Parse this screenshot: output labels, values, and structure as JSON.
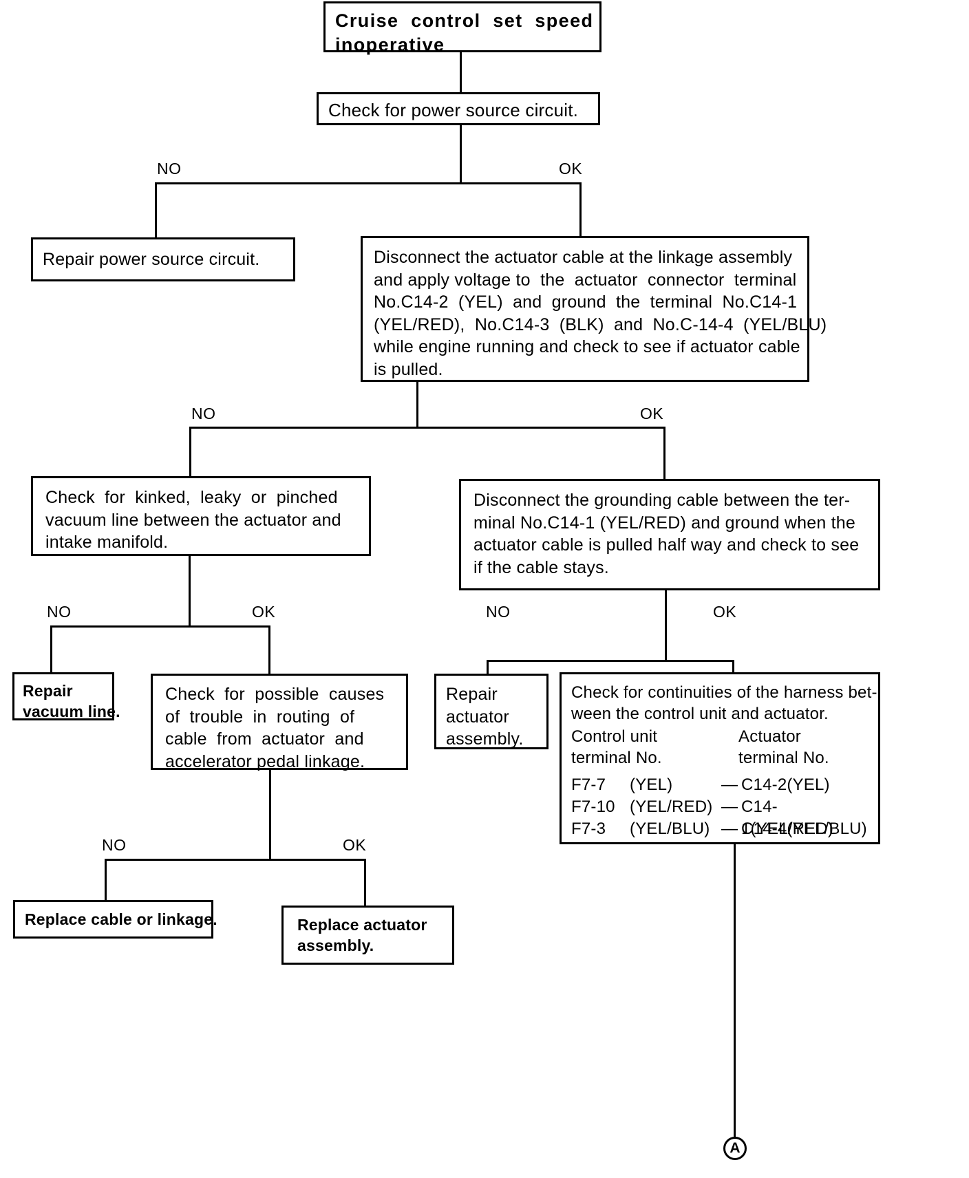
{
  "title": "Cruise control set speed inoperative",
  "diagram_type": "troubleshooting-flowchart",
  "labels": {
    "no": "NO",
    "ok": "OK"
  },
  "connector": {
    "label": "A"
  },
  "nodes": {
    "start": {
      "line1": "Cruise  control  set  speed",
      "line2": "inoperative"
    },
    "check_power": {
      "line1": "Check for power source circuit."
    },
    "repair_power": {
      "line1": "Repair power source circuit."
    },
    "disconnect_actuator": {
      "line1": "Disconnect the actuator cable at the linkage assembly",
      "line2": "and apply voltage to  the  actuator  connector  terminal",
      "line3": "No.C14-2  (YEL)  and  ground  the  terminal  No.C14-1",
      "line4": "(YEL/RED),  No.C14-3  (BLK)  and  No.C-14-4  (YEL/BLU)",
      "line5": "while engine running and check to see if actuator cable",
      "line6": "is pulled."
    },
    "check_vacuum": {
      "line1": "Check  for  kinked,  leaky  or  pinched",
      "line2": "vacuum line between the actuator and",
      "line3": "intake manifold."
    },
    "disconnect_ground": {
      "line1": "Disconnect the grounding cable between the ter-",
      "line2": "minal No.C14-1 (YEL/RED) and ground when the",
      "line3": "actuator cable is pulled half way and check to see",
      "line4": "if the cable stays."
    },
    "repair_vacuum": {
      "line1": "Repair",
      "line2": "vacuum line."
    },
    "check_routing": {
      "line1": "Check  for  possible  causes",
      "line2": "of  trouble  in  routing  of",
      "line3": "cable  from  actuator  and",
      "line4": "accelerator pedal linkage."
    },
    "repair_actuator": {
      "line1": "Repair",
      "line2": "actuator",
      "line3": "assembly."
    },
    "check_continuity": {
      "line1": "Check for continuities of the harness bet-",
      "line2": "ween the control unit and actuator.",
      "col_left_1": "Control unit",
      "col_left_2": "terminal No.",
      "col_right_1": "Actuator",
      "col_right_2": "terminal No.",
      "rows": [
        {
          "control": "F7-7",
          "control_color": "(YEL)",
          "dash": "—",
          "actuator": "C14-2(YEL)"
        },
        {
          "control": "F7-10",
          "control_color": "(YEL/RED)",
          "dash": "—",
          "actuator": "C14-1(YEL/RED)"
        },
        {
          "control": "F7-3",
          "control_color": "(YEL/BLU)",
          "dash": "—",
          "actuator": "C14-4(YEL/BLU)"
        }
      ]
    },
    "replace_cable": {
      "line1": "Replace cable or linkage."
    },
    "replace_actuator": {
      "line1": "Replace actuator",
      "line2": "assembly."
    }
  },
  "colors": {
    "ink": "#000000",
    "paper": "#ffffff"
  }
}
